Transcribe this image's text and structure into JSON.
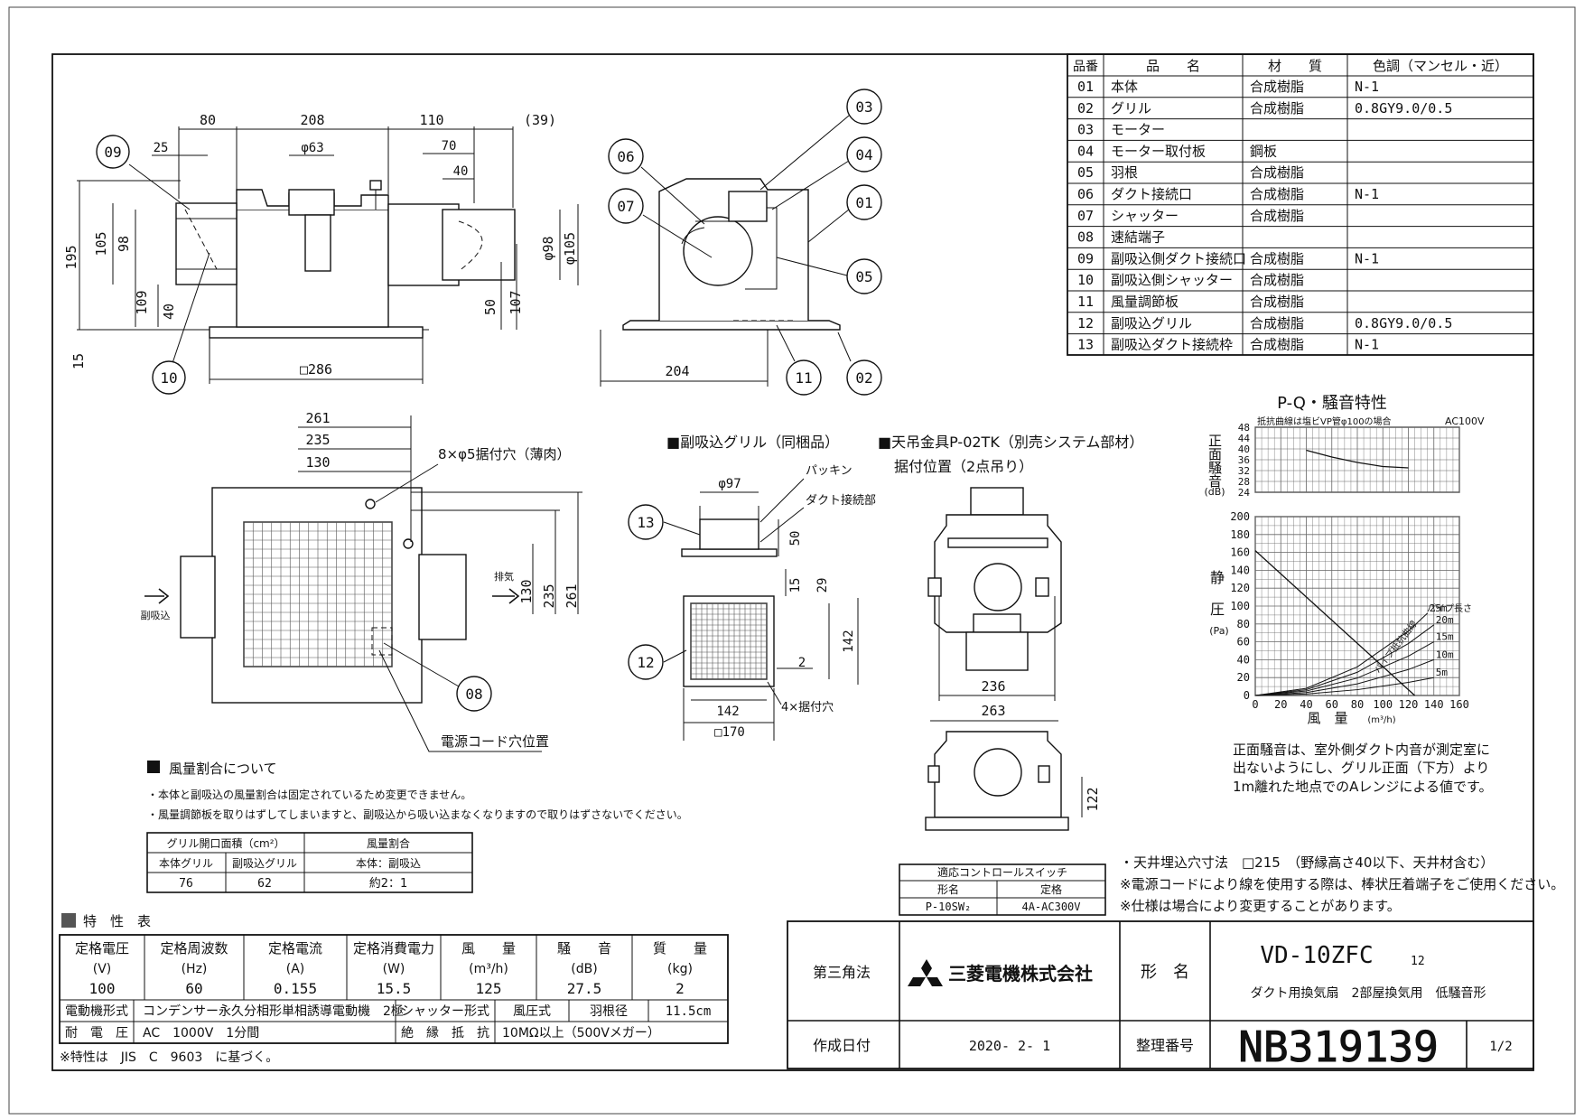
{
  "parts_table": {
    "headers": [
      "品番",
      "品　　名",
      "材　　質",
      "色調（マンセル・近）"
    ],
    "rows": [
      [
        "01",
        "本体",
        "合成樹脂",
        "N-1"
      ],
      [
        "02",
        "グリル",
        "合成樹脂",
        "0.8GY9.0/0.5"
      ],
      [
        "03",
        "モーター",
        "",
        ""
      ],
      [
        "04",
        "モーター取付板",
        "鋼板",
        ""
      ],
      [
        "05",
        "羽根",
        "合成樹脂",
        ""
      ],
      [
        "06",
        "ダクト接続口",
        "合成樹脂",
        "N-1"
      ],
      [
        "07",
        "シャッター",
        "合成樹脂",
        ""
      ],
      [
        "08",
        "速結端子",
        "",
        ""
      ],
      [
        "09",
        "副吸込側ダクト接続口",
        "合成樹脂",
        "N-1"
      ],
      [
        "10",
        "副吸込側シャッター",
        "合成樹脂",
        ""
      ],
      [
        "11",
        "風量調節板",
        "合成樹脂",
        ""
      ],
      [
        "12",
        "副吸込グリル",
        "合成樹脂",
        "0.8GY9.0/0.5"
      ],
      [
        "13",
        "副吸込ダクト接続枠",
        "合成樹脂",
        "N-1"
      ]
    ]
  },
  "front_view": {
    "dims_top": [
      "80",
      "208",
      "110",
      "(39)",
      "25",
      "φ63",
      "70",
      "40"
    ],
    "dims_left": [
      "195",
      "105",
      "98",
      "109",
      "40",
      "15"
    ],
    "dims_right": [
      "φ98",
      "φ105",
      "50",
      "107"
    ],
    "dim_bottom": "□286",
    "balloons": [
      "09",
      "10"
    ]
  },
  "side_view": {
    "dim_bottom": "204",
    "balloons": [
      "03",
      "04",
      "01",
      "05",
      "06",
      "07",
      "11",
      "02"
    ]
  },
  "plan_view": {
    "dims_top": [
      "261",
      "235",
      "130"
    ],
    "dims_right": [
      "130",
      "235",
      "261"
    ],
    "hole_note": "8×φ5据付穴（薄肉）",
    "label_exhaust": "排気",
    "label_sub_intake": "副吸込",
    "balloon": "08",
    "cord_note": "電源コード穴位置"
  },
  "sub_grille": {
    "title": "■副吸込グリル（同梱品）",
    "packing": "パッキン",
    "duct_part": "ダクト接続部",
    "dims": [
      "φ97",
      "50",
      "15",
      "29",
      "142",
      "2",
      "142",
      "□170"
    ],
    "holes": "4×据付穴",
    "balloons": [
      "13",
      "12"
    ]
  },
  "hanger": {
    "title": "■天吊金具P-02TK（別売システム部材）",
    "subtitle": "据付位置（2点吊り）",
    "dims": [
      "236",
      "263",
      "122"
    ]
  },
  "pq_chart": {
    "title": "P-Q・騒音特性",
    "noise_note": "抵抗曲線は塩ビVP管φ100の場合",
    "voltage": "AC100V",
    "noise_axis_label": "正面騒音",
    "noise_unit": "(dB)",
    "noise_ticks": [
      "48",
      "44",
      "40",
      "36",
      "32",
      "28",
      "24"
    ],
    "pressure_axis_label1": "静",
    "pressure_axis_label2": "圧",
    "pressure_unit": "(Pa)",
    "pressure_ticks": [
      "200",
      "180",
      "160",
      "140",
      "120",
      "100",
      "80",
      "60",
      "40",
      "20",
      "0"
    ],
    "x_ticks": [
      "0",
      "20",
      "40",
      "60",
      "80",
      "100",
      "120",
      "140",
      "160"
    ],
    "x_label": "風　量",
    "x_unit": "(m³/h)",
    "pipe_label": "パイプ長さ",
    "pipe_curve_label": "パイプ抵抗曲線",
    "pipe_lengths": [
      "25m",
      "20m",
      "15m",
      "10m",
      "5m"
    ],
    "note_lines": [
      "正面騒音は、室外側ダクト内音が測定室に",
      "出ないようにし、グリル正面（下方）より",
      "1m離れた地点でのAレンジによる値です。"
    ]
  },
  "chart_data": {
    "type": "line",
    "xlabel": "風　量 (m³/h)",
    "ylabel": "静圧 (Pa)",
    "xlim": [
      0,
      160
    ],
    "ylim": [
      0,
      200
    ],
    "series": [
      {
        "x": [
          0,
          125
        ],
        "y": [
          162,
          0
        ]
      },
      {
        "x": [
          40,
          60,
          80,
          100,
          120
        ],
        "y": [
          39.5,
          37,
          35,
          33.5,
          33
        ]
      }
    ],
    "pipe_curves": [
      {
        "name": "25m",
        "x": [
          0,
          40,
          80,
          120,
          135
        ],
        "y": [
          0,
          8,
          32,
          72,
          92
        ]
      },
      {
        "name": "20m",
        "x": [
          0,
          40,
          80,
          120,
          140
        ],
        "y": [
          0,
          6.5,
          26,
          58,
          79
        ]
      },
      {
        "name": "15m",
        "x": [
          0,
          40,
          80,
          120,
          140
        ],
        "y": [
          0,
          5,
          19.5,
          44,
          60
        ]
      },
      {
        "name": "10m",
        "x": [
          0,
          40,
          80,
          120,
          140
        ],
        "y": [
          0,
          3.3,
          13,
          29,
          40
        ]
      },
      {
        "name": "5m",
        "x": [
          0,
          40,
          80,
          120,
          140
        ],
        "y": [
          0,
          1.6,
          6.5,
          14.6,
          20
        ]
      }
    ],
    "noise_ylim": [
      24,
      48
    ]
  },
  "airflow": {
    "title": "風量割合について",
    "notes": [
      "・本体と副吸込の風量割合は固定されているため変更できません。",
      "・風量調節板を取りはずしてしまいますと、副吸込から吸い込まなくなりますので取りはずさないでください。"
    ],
    "table": {
      "h1": "グリル開口面積（cm²）",
      "h2": "風量割合",
      "sh1": "本体グリル",
      "sh2": "副吸込グリル",
      "sh3": "本体：副吸込",
      "v1": "76",
      "v2": "62",
      "v3": "約2：1"
    }
  },
  "specs": {
    "title": "特　性　表",
    "headers": [
      [
        "定格電圧",
        "(V)"
      ],
      [
        "定格周波数",
        "(Hz)"
      ],
      [
        "定格電流",
        "(A)"
      ],
      [
        "定格消費電力",
        "(W)"
      ],
      [
        "風　　量",
        "(m³/h)"
      ],
      [
        "騒　　音",
        "(dB)"
      ],
      [
        "質　　量",
        "(kg)"
      ]
    ],
    "values": [
      "100",
      "60",
      "0.155",
      "15.5",
      "125",
      "27.5",
      "2"
    ],
    "motor_label": "電動機形式",
    "motor_value": "コンデンサー永久分相形単相誘導電動機　2極",
    "shutter_label": "シャッター形式",
    "shutter_value": "風圧式",
    "blade_label": "羽根径",
    "blade_value": "11.5cm",
    "voltage_label": "耐　電　圧",
    "voltage_value": "AC　1000V　1分間",
    "insulation_label": "絶　縁　抵　抗",
    "insulation_value": "10MΩ以上（500Vメガー）",
    "footnote": "※特性は　JIS　C　9603　に基づく。"
  },
  "switch_table": {
    "title": "適応コントロールスイッチ",
    "h1": "形名",
    "h2": "定格",
    "v1": "P-10SW₂",
    "v2": "4A-AC300V"
  },
  "install_notes": [
    "・天井埋込穴寸法　□215　（野縁高さ40以下、天井材含む）",
    "※電源コードにより線を使用する際は、棒状圧着端子をご使用ください。",
    "※仕様は場合により変更することがあります。"
  ],
  "title_block": {
    "projection": "第三角法",
    "company": "三菱電機株式会社",
    "model_label": "形　名",
    "model": "VD-10ZFC",
    "model_suffix": "12",
    "description": "ダクト用換気扇　2部屋換気用　低騒音形",
    "date_label": "作成日付",
    "date": "2020- 2- 1",
    "number_label": "整理番号",
    "number": "NB319139",
    "page": "1/2"
  }
}
